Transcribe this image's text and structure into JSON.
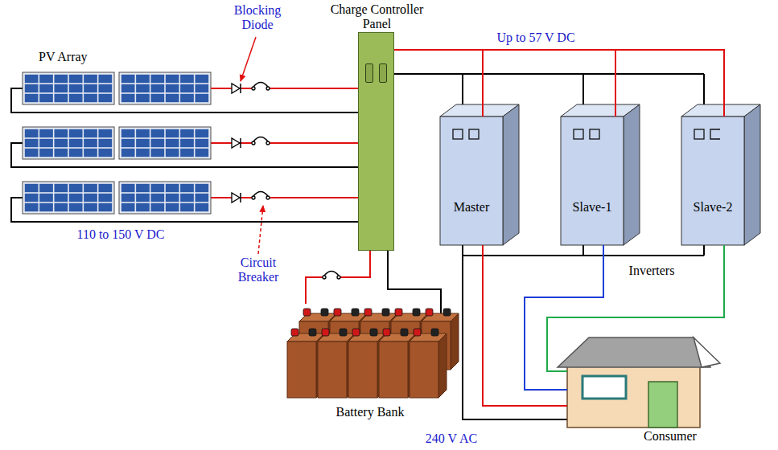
{
  "diagram": {
    "nodes": [
      {
        "text": [
          "PV Array"
        ]
      },
      {
        "text": [
          "Charge Controller Panel"
        ]
      },
      {
        "text": [
          "Master"
        ]
      },
      {
        "text": [
          "Slave-1"
        ]
      },
      {
        "text": [
          "Slave-2"
        ]
      },
      {
        "text": [
          "Battery Bank"
        ]
      },
      {
        "text": [
          "Consumer"
        ]
      }
    ],
    "edges": [
      {
        "from": 0,
        "to": 1,
        "arrow": "none"
      },
      {
        "from": 1,
        "to": 2,
        "arrow": "none"
      },
      {
        "from": 1,
        "to": 3,
        "arrow": "none"
      },
      {
        "from": 1,
        "to": 4,
        "arrow": "none"
      },
      {
        "from": 1,
        "to": 5,
        "arrow": "none"
      },
      {
        "from": 2,
        "to": 6,
        "arrow": "none"
      },
      {
        "from": 3,
        "to": 6,
        "arrow": "none"
      },
      {
        "from": 4,
        "to": 6,
        "arrow": "none"
      }
    ],
    "labels": [
      "Blocking Diode",
      "Up to 57 V DC",
      "110 to 150 V DC",
      "Circuit Breaker",
      "Inverters",
      "240 V AC"
    ]
  }
}
